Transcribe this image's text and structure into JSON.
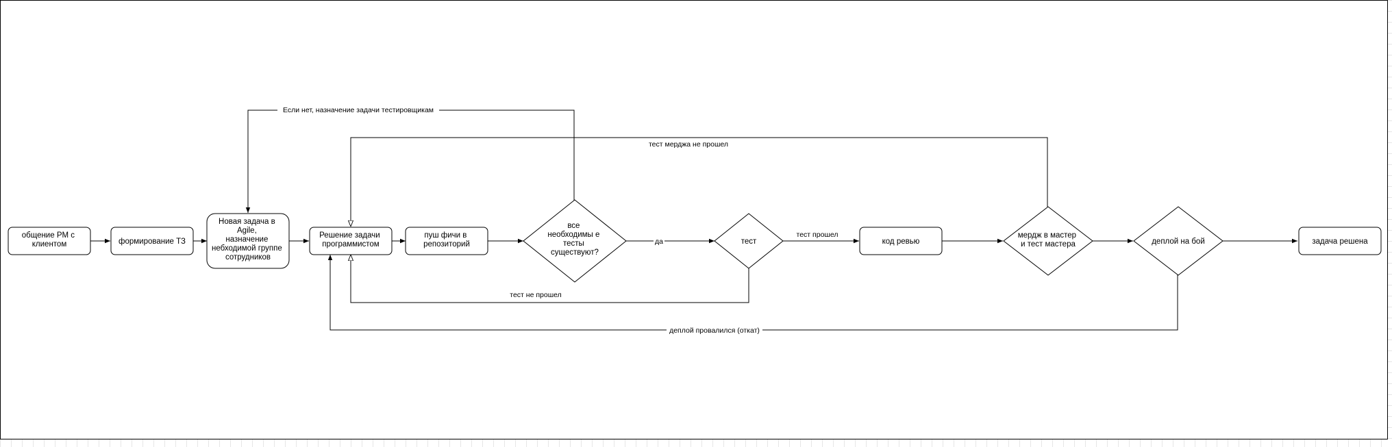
{
  "diagram": {
    "nodes": {
      "pm": {
        "lines": [
          "общение PM с",
          "клиентом"
        ]
      },
      "tz": {
        "lines": [
          "формирование ТЗ"
        ]
      },
      "agile": {
        "lines": [
          "Новая задача в",
          "Agile,",
          "назначение",
          "небходимой группе",
          "сотрудников"
        ]
      },
      "dev": {
        "lines": [
          "Решение задачи",
          "программистом"
        ]
      },
      "push": {
        "lines": [
          "пуш фичи в",
          "репозиторий"
        ]
      },
      "tests_exist": {
        "lines": [
          "все",
          "необходимы е",
          "тесты",
          "существуют?"
        ]
      },
      "test": {
        "lines": [
          "тест"
        ]
      },
      "review": {
        "lines": [
          "код ревью"
        ]
      },
      "merge": {
        "lines": [
          "мердж в мастер",
          "и тест мастера"
        ]
      },
      "deploy": {
        "lines": [
          "деплой на бой"
        ]
      },
      "done": {
        "lines": [
          "задача решена"
        ]
      }
    },
    "edge_labels": {
      "no_tests": "Если нет, назначение задачи тестировщикам",
      "merge_fail": "тест мерджа не прошел",
      "yes": "да",
      "test_pass": "тест прошел",
      "test_fail": "тест не прошел",
      "deploy_fail": "деплой провалился (откат)"
    }
  }
}
